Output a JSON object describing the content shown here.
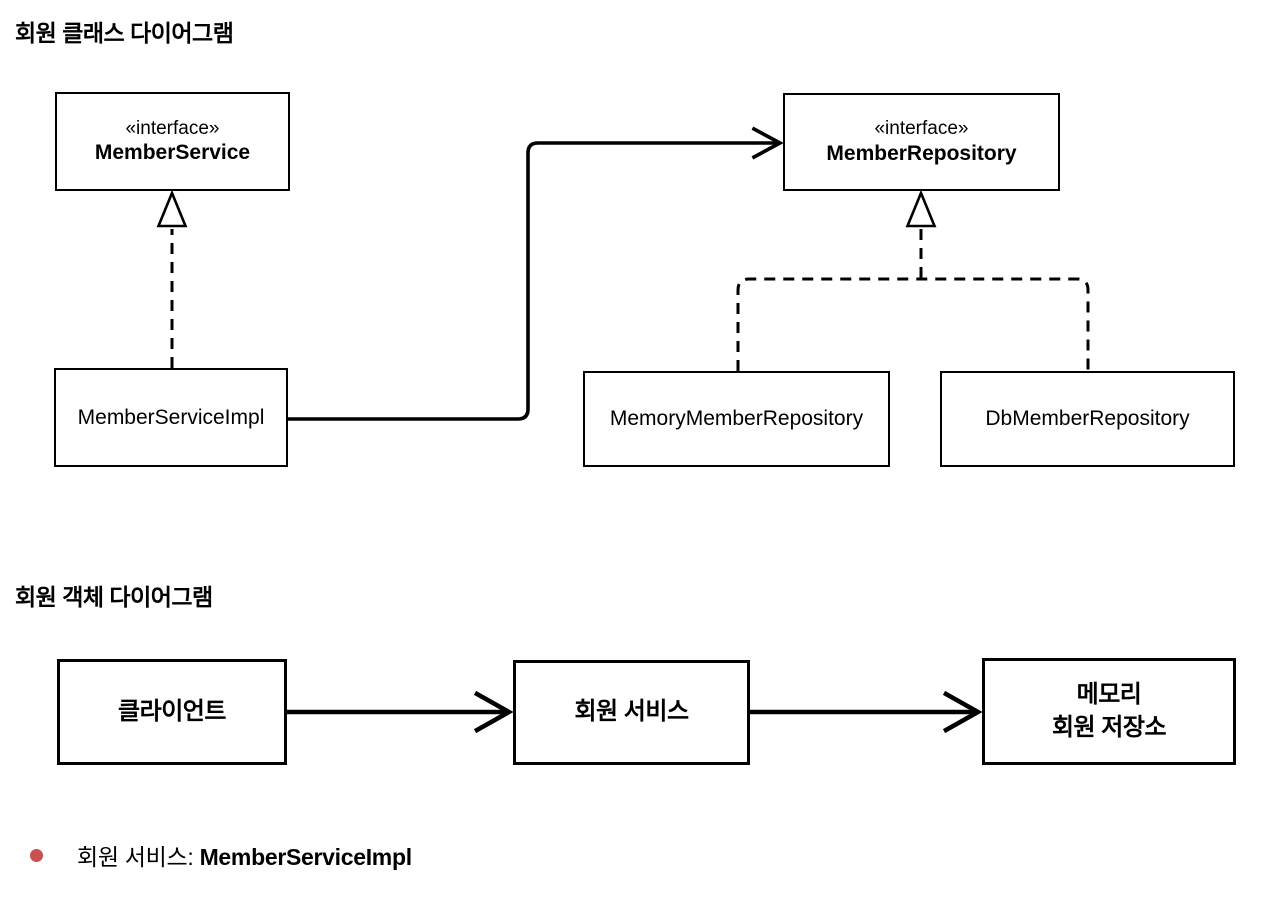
{
  "class_diagram": {
    "title": "회원 클래스 다이어그램",
    "nodes": {
      "member_service": {
        "stereotype": "«interface»",
        "name": "MemberService"
      },
      "member_repository": {
        "stereotype": "«interface»",
        "name": "MemberRepository"
      },
      "member_service_impl": {
        "name": "MemberServiceImpl"
      },
      "memory_member_repository": {
        "name": "MemoryMemberRepository"
      },
      "db_member_repository": {
        "name": "DbMemberRepository"
      }
    },
    "relations": {
      "impl_realizes_service": "dashed-realization",
      "impl_uses_repository": "solid-dependency",
      "memory_realizes_repository": "dashed-realization",
      "db_realizes_repository": "dashed-realization"
    }
  },
  "object_diagram": {
    "title": "회원 객체 다이어그램",
    "nodes": {
      "client": {
        "name": "클라이언트"
      },
      "member_service": {
        "name": "회원 서비스"
      },
      "memory_member_store": {
        "line1": "메모리",
        "line2": "회원 저장소"
      }
    }
  },
  "notes": {
    "bullet": {
      "label": "회원 서비스: ",
      "value": "MemberServiceImpl",
      "bullet_color": "#c9504e"
    }
  },
  "colors": {
    "line": "#000000",
    "background": "#ffffff"
  }
}
